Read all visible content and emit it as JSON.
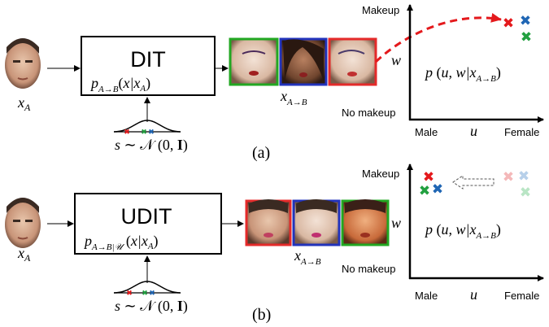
{
  "panel_a": {
    "caption": "(a)",
    "input_label": "x_A",
    "box_title": "DIT",
    "box_formula": "p_{A→B}(x|x_A)",
    "noise_label": "s ∼ 𝒩(0, I)",
    "output_label": "x_{A→B}",
    "plot": {
      "y_top": "Makeup",
      "y_bottom": "No makeup",
      "y_axis": "w",
      "x_left": "Male",
      "x_mid": "u",
      "x_right": "Female",
      "formula": "p(u, w|x_{A→B})",
      "samples": [
        {
          "color": "#e4191c"
        },
        {
          "color": "#2066b4"
        },
        {
          "color": "#22a040"
        }
      ]
    },
    "face_borders": [
      "#22a722",
      "#2233bb",
      "#e42a2a"
    ]
  },
  "panel_b": {
    "caption": "(b)",
    "input_label": "x_A",
    "box_title": "UDIT",
    "box_formula": "p_{A→B|U}(x|x_A)",
    "noise_label": "s ∼ 𝒩(0, I)",
    "output_label": "x_{A→B}",
    "plot": {
      "y_top": "Makeup",
      "y_bottom": "No makeup",
      "y_axis": "w",
      "x_left": "Male",
      "x_mid": "u",
      "x_right": "Female",
      "formula": "p(u, w|x_{A→B})",
      "samples": [
        {
          "color": "#e4191c"
        },
        {
          "color": "#22a040"
        },
        {
          "color": "#2066b4"
        }
      ]
    },
    "face_borders": [
      "#e42a2a",
      "#2233bb",
      "#22a722"
    ]
  },
  "colors": {
    "red": "#e4191c",
    "green": "#22a040",
    "blue": "#2066b4"
  }
}
